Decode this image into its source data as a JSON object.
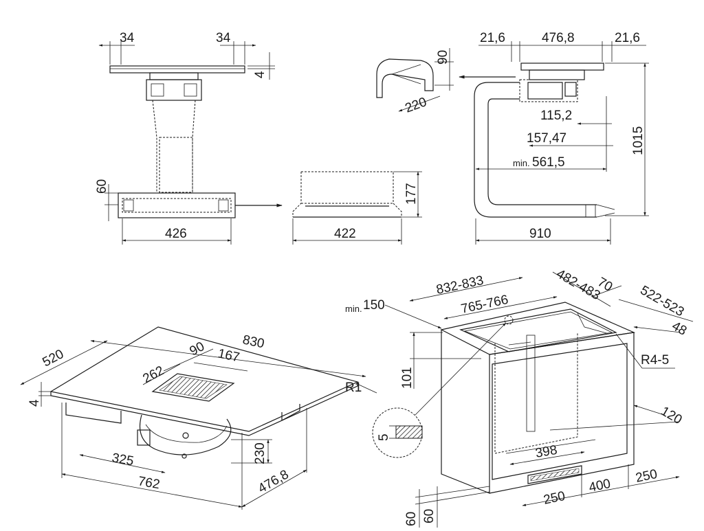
{
  "top_left": {
    "d_left": "34",
    "d_right": "34",
    "d_thick": "4",
    "d_base_h": "60",
    "d_base_w": "426"
  },
  "top_middle": {
    "d_height": "177",
    "d_width": "422"
  },
  "top_right": {
    "d_left": "21,6",
    "d_mid": "476,8",
    "d_right": "21,6",
    "d_h1": "115,2",
    "d_h2": "157,47",
    "d_min_prefix": "min.",
    "d_min": "561,5",
    "d_total_h": "1015",
    "d_width": "910"
  },
  "elbow": {
    "d_h": "90",
    "d_w": "220"
  },
  "bottom_left": {
    "d_depth": "520",
    "d_width": "830",
    "d_90": "90",
    "d_167": "167",
    "d_262": "262",
    "d_thick": "4",
    "d_radius": "R1",
    "d_325": "325",
    "d_230": "230",
    "d_762": "762",
    "d_476": "476,8"
  },
  "bottom_right": {
    "d_min_prefix": "min.",
    "d_min150": "150",
    "d_cut_w": "832-833",
    "d_inner_w": "765-766",
    "d_cut_d": "482-483",
    "d_70": "70",
    "d_inner_d": "522-523",
    "d_48": "48",
    "d_radius": "R4-5",
    "d_101": "101",
    "d_5": "5",
    "d_120": "120",
    "d_398": "398",
    "d_250a": "250",
    "d_400": "400",
    "d_250b": "250",
    "d_60a": "60",
    "d_60b": "60"
  }
}
